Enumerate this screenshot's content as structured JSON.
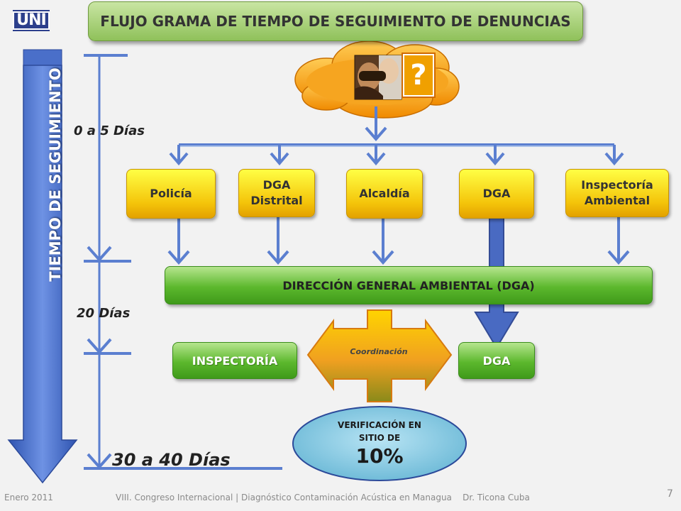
{
  "header": {
    "logo_text": "UNI",
    "title": "FLUJO GRAMA DE TIEMPO DE SEGUIMIENTO DE DENUNCIAS"
  },
  "timeline": {
    "axis_label": "TIEMPO DE SEGUIMIENTO",
    "stage_1": "0 a 5 Días",
    "stage_2": "20 Días",
    "stage_3": "30 a 40 Días"
  },
  "complaint_icon": {
    "symbol": "?",
    "icon": "person-with-covered-mouth-image"
  },
  "receivers": [
    {
      "label": "Policía"
    },
    {
      "label": "DGA Distrital"
    },
    {
      "label": "Alcaldía"
    },
    {
      "label": "DGA"
    },
    {
      "label": "Inspectoría Ambiental"
    }
  ],
  "central_office": {
    "label": "DIRECCIÓN GENERAL AMBIENTAL  (DGA)"
  },
  "coordination": {
    "left_label": "INSPECTORÍA",
    "center_label": "Coordinación",
    "right_label": "DGA"
  },
  "verification": {
    "line1": "VERIFICACIÓN EN",
    "line2": "SITIO DE",
    "value": "10%"
  },
  "footer": {
    "date": "Enero 2011",
    "event": "VIII. Congreso Internacional | Diagnóstico Contaminación Acústica en Managua    Dr. Ticona Cuba",
    "page": "7"
  },
  "colors": {
    "title_green": "#9acd64",
    "box_yellow": "#f4c40a",
    "box_green": "#5cb82d",
    "arrow_blue": "#4a6fc9",
    "verification_teal": "#7ec8e0"
  }
}
